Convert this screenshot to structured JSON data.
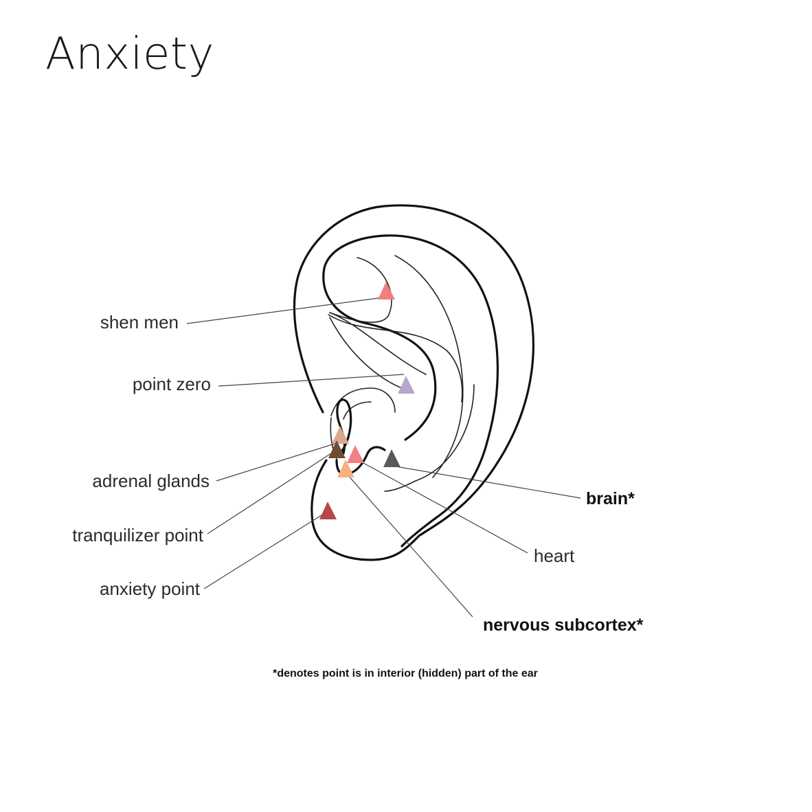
{
  "title": "Anxiety",
  "footnote": "*denotes point is in interior (hidden) part of the ear",
  "points": [
    {
      "id": "shen-men",
      "label": "shen men",
      "color": "#f08080",
      "bold": false
    },
    {
      "id": "point-zero",
      "label": "point zero",
      "color": "#b7a6cc",
      "bold": false
    },
    {
      "id": "adrenal-glands",
      "label": "adrenal glands",
      "color": "#d9a88a",
      "bold": false
    },
    {
      "id": "tranquilizer-point",
      "label": "tranquilizer point",
      "color": "#6e4b35",
      "bold": false
    },
    {
      "id": "anxiety-point",
      "label": "anxiety point",
      "color": "#b5484b",
      "bold": false
    },
    {
      "id": "brain",
      "label": "brain*",
      "color": "#5a5a5a",
      "bold": true
    },
    {
      "id": "heart",
      "label": "heart",
      "color": "#f07f86",
      "bold": false
    },
    {
      "id": "nervous-subcortex",
      "label": "nervous subcortex*",
      "color": "#f5b27f",
      "bold": true
    }
  ]
}
